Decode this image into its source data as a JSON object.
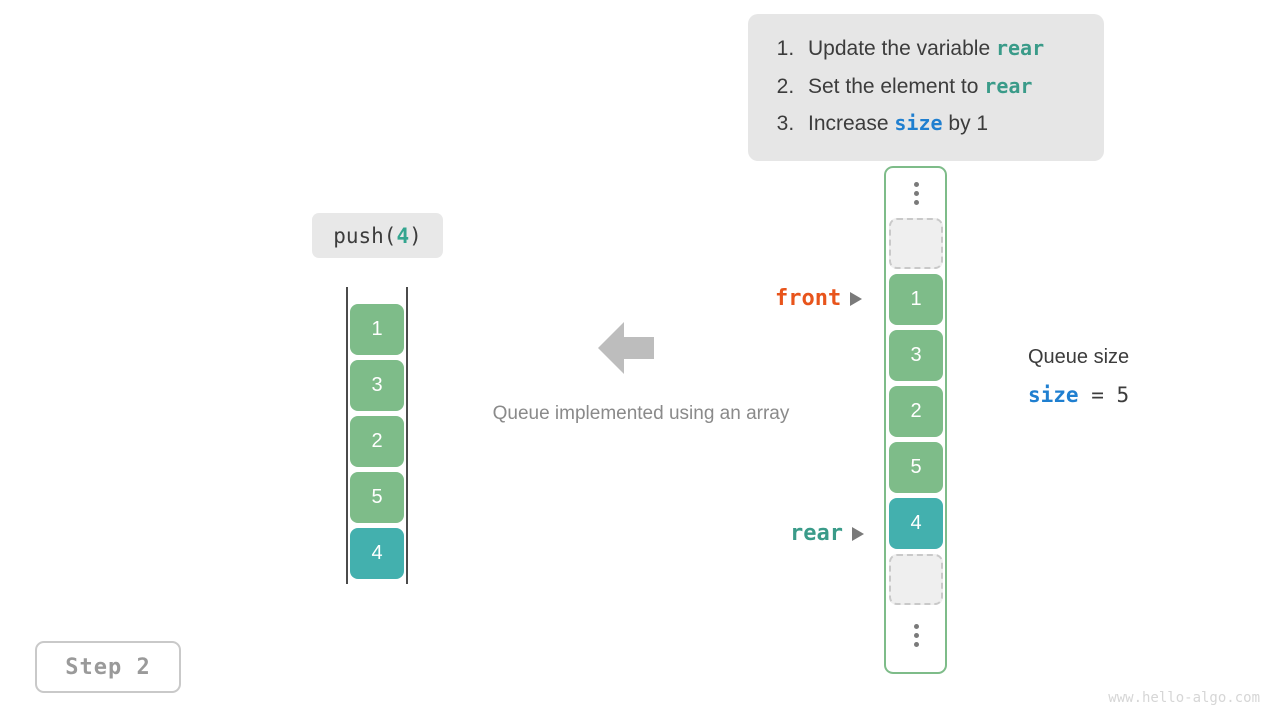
{
  "instructions": {
    "items": [
      {
        "pre": "Update the variable ",
        "keyword": "rear",
        "keyword_style": "teal",
        "post": ""
      },
      {
        "pre": "Set the element to ",
        "keyword": "rear",
        "keyword_style": "teal",
        "post": ""
      },
      {
        "pre": "Increase ",
        "keyword": "size",
        "keyword_style": "blue",
        "post": " by 1"
      }
    ]
  },
  "operation": {
    "name": "push(",
    "value": "4",
    "close": ")"
  },
  "left_queue": {
    "caption": "Queue implemented using an array",
    "cells": [
      {
        "value": "1",
        "style": "green"
      },
      {
        "value": "3",
        "style": "green"
      },
      {
        "value": "2",
        "style": "green"
      },
      {
        "value": "5",
        "style": "green"
      },
      {
        "value": "4",
        "style": "teal"
      }
    ]
  },
  "right_array": {
    "slots": [
      {
        "kind": "dots",
        "value": ""
      },
      {
        "kind": "empty",
        "value": ""
      },
      {
        "kind": "green",
        "value": "1"
      },
      {
        "kind": "green",
        "value": "3"
      },
      {
        "kind": "green",
        "value": "2"
      },
      {
        "kind": "green",
        "value": "5"
      },
      {
        "kind": "teal",
        "value": "4"
      },
      {
        "kind": "empty",
        "value": ""
      },
      {
        "kind": "dots",
        "value": ""
      }
    ]
  },
  "pointers": {
    "front": "front",
    "rear": "rear"
  },
  "size_readout": {
    "title": "Queue size",
    "name": "size",
    "operator": "=",
    "value": "5"
  },
  "step_badge": {
    "label": "Step 2"
  },
  "watermark": {
    "text": "www.hello-algo.com"
  },
  "colors": {
    "green": "#7ebc89",
    "teal": "#43b0ae",
    "front_orange": "#e8541b",
    "rear_teal": "#3a9b89",
    "size_blue": "#1f7fd0",
    "card_bg": "#e6e6e6",
    "empty_fill": "#efefef",
    "empty_border": "#c9c9c9",
    "caption_gray": "#8a8a8a",
    "arrow_gray": "#bdbdbd"
  }
}
